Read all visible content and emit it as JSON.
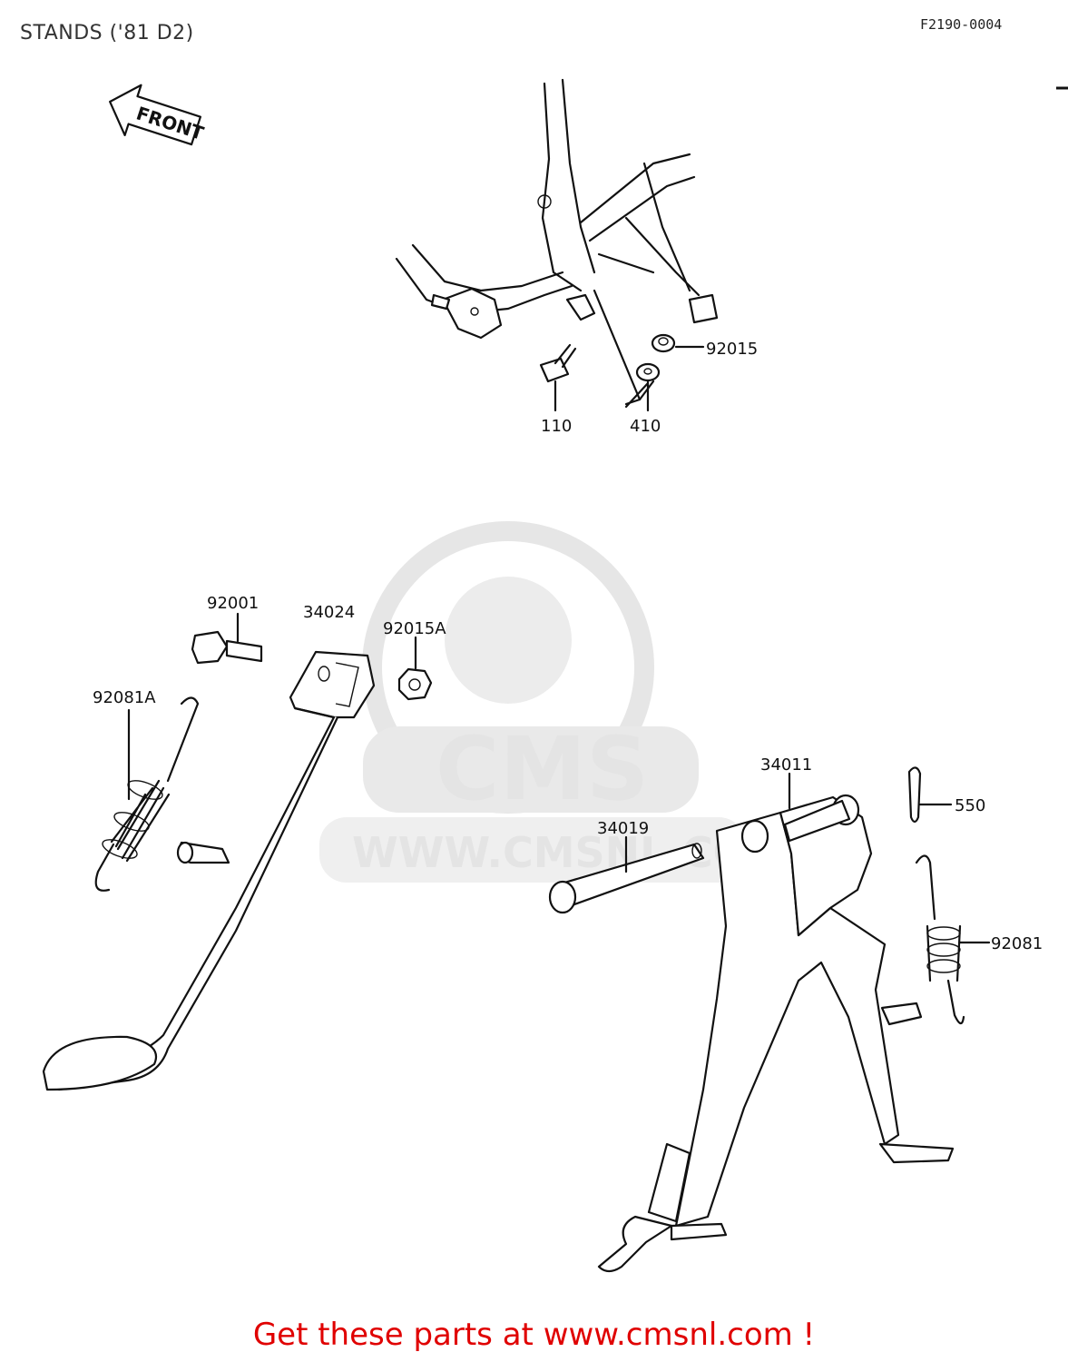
{
  "header": {
    "title": "STANDS ('81 D2)",
    "diagram_code": "F2190-0004"
  },
  "front_arrow_label": "FRONT",
  "watermark": {
    "logo_text": "CMS",
    "url_text": "WWW.CMSNL.COM",
    "color": "#e4e4e4"
  },
  "callouts": {
    "c92015": "92015",
    "c110": "110",
    "c410": "410",
    "c92001": "92001",
    "c34024": "34024",
    "c92015A": "92015A",
    "c92081A": "92081A",
    "c34011": "34011",
    "c550": "550",
    "c34019": "34019",
    "c92081": "92081"
  },
  "footer": {
    "prefix": "Get these parts at ",
    "link": "www.cmsnl.com",
    "suffix": " !",
    "color": "#e00000"
  }
}
